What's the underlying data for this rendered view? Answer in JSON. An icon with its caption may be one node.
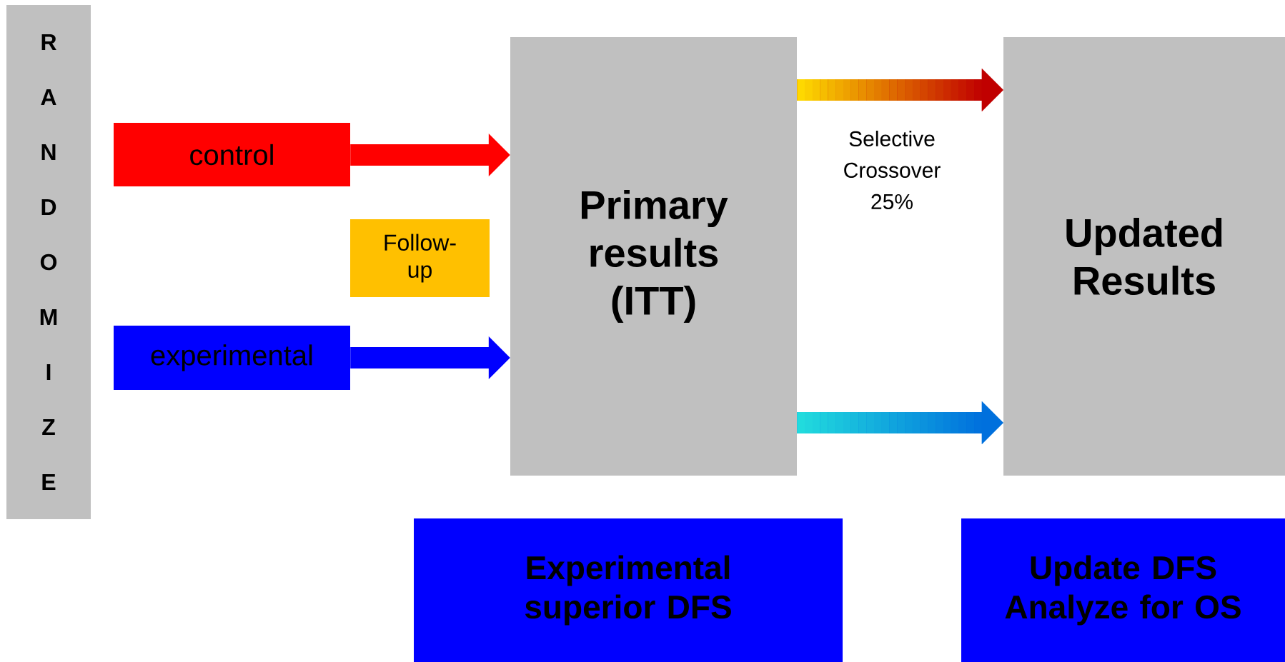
{
  "diagram": {
    "nodes": [
      {
        "text": [
          "RANDOMIZE"
        ]
      },
      {
        "text": [
          "control"
        ]
      },
      {
        "text": [
          "Follow-up"
        ]
      },
      {
        "text": [
          "experimental"
        ]
      },
      {
        "text": [
          "Primary results (ITT)"
        ]
      },
      {
        "text": [
          "Updated Results"
        ]
      },
      {
        "text": [
          "Experimental superior DFS"
        ]
      },
      {
        "text": [
          "Update DFS Analyze for OS"
        ]
      }
    ],
    "edges": [
      {
        "from": 1,
        "to": 4,
        "arrow": "to",
        "color": "#ff0000"
      },
      {
        "from": 3,
        "to": 4,
        "arrow": "to",
        "color": "#0000ff"
      },
      {
        "from": 4,
        "to": 5,
        "arrow": "to",
        "label": "Selective Crossover 25%",
        "color": "#c00000"
      },
      {
        "from": 4,
        "to": 5,
        "arrow": "to",
        "color": "#0070dd"
      }
    ]
  }
}
